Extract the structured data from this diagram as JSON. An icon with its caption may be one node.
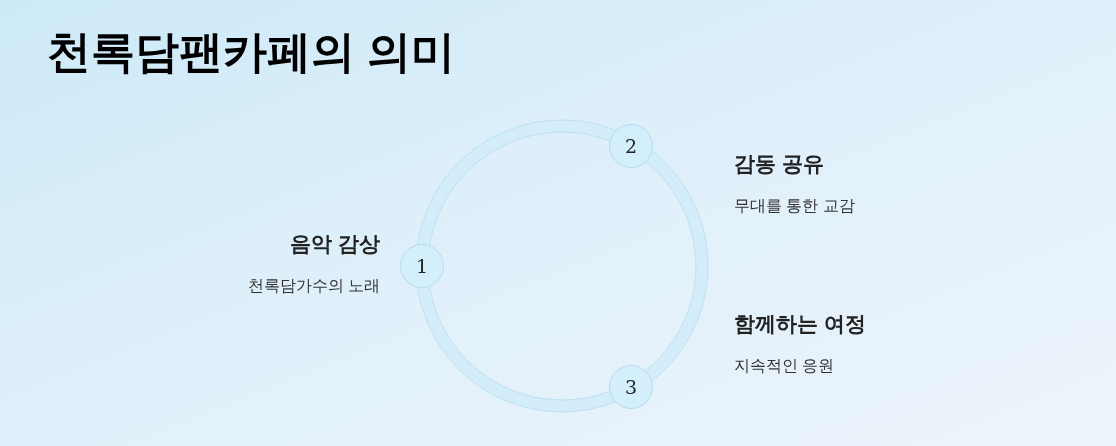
{
  "diagram": {
    "title": "천록담팬카페의 의미",
    "nodes": [
      {
        "text": [
          "1"
        ],
        "beside": [
          "음악 감상",
          "천록담가수의 노래"
        ]
      },
      {
        "text": [
          "2"
        ],
        "beside": [
          "감동 공유",
          "무대를 통한 교감"
        ]
      },
      {
        "text": [
          "3"
        ],
        "beside": [
          "함께하는 여정",
          "지속적인 응원"
        ]
      }
    ],
    "edges": []
  }
}
